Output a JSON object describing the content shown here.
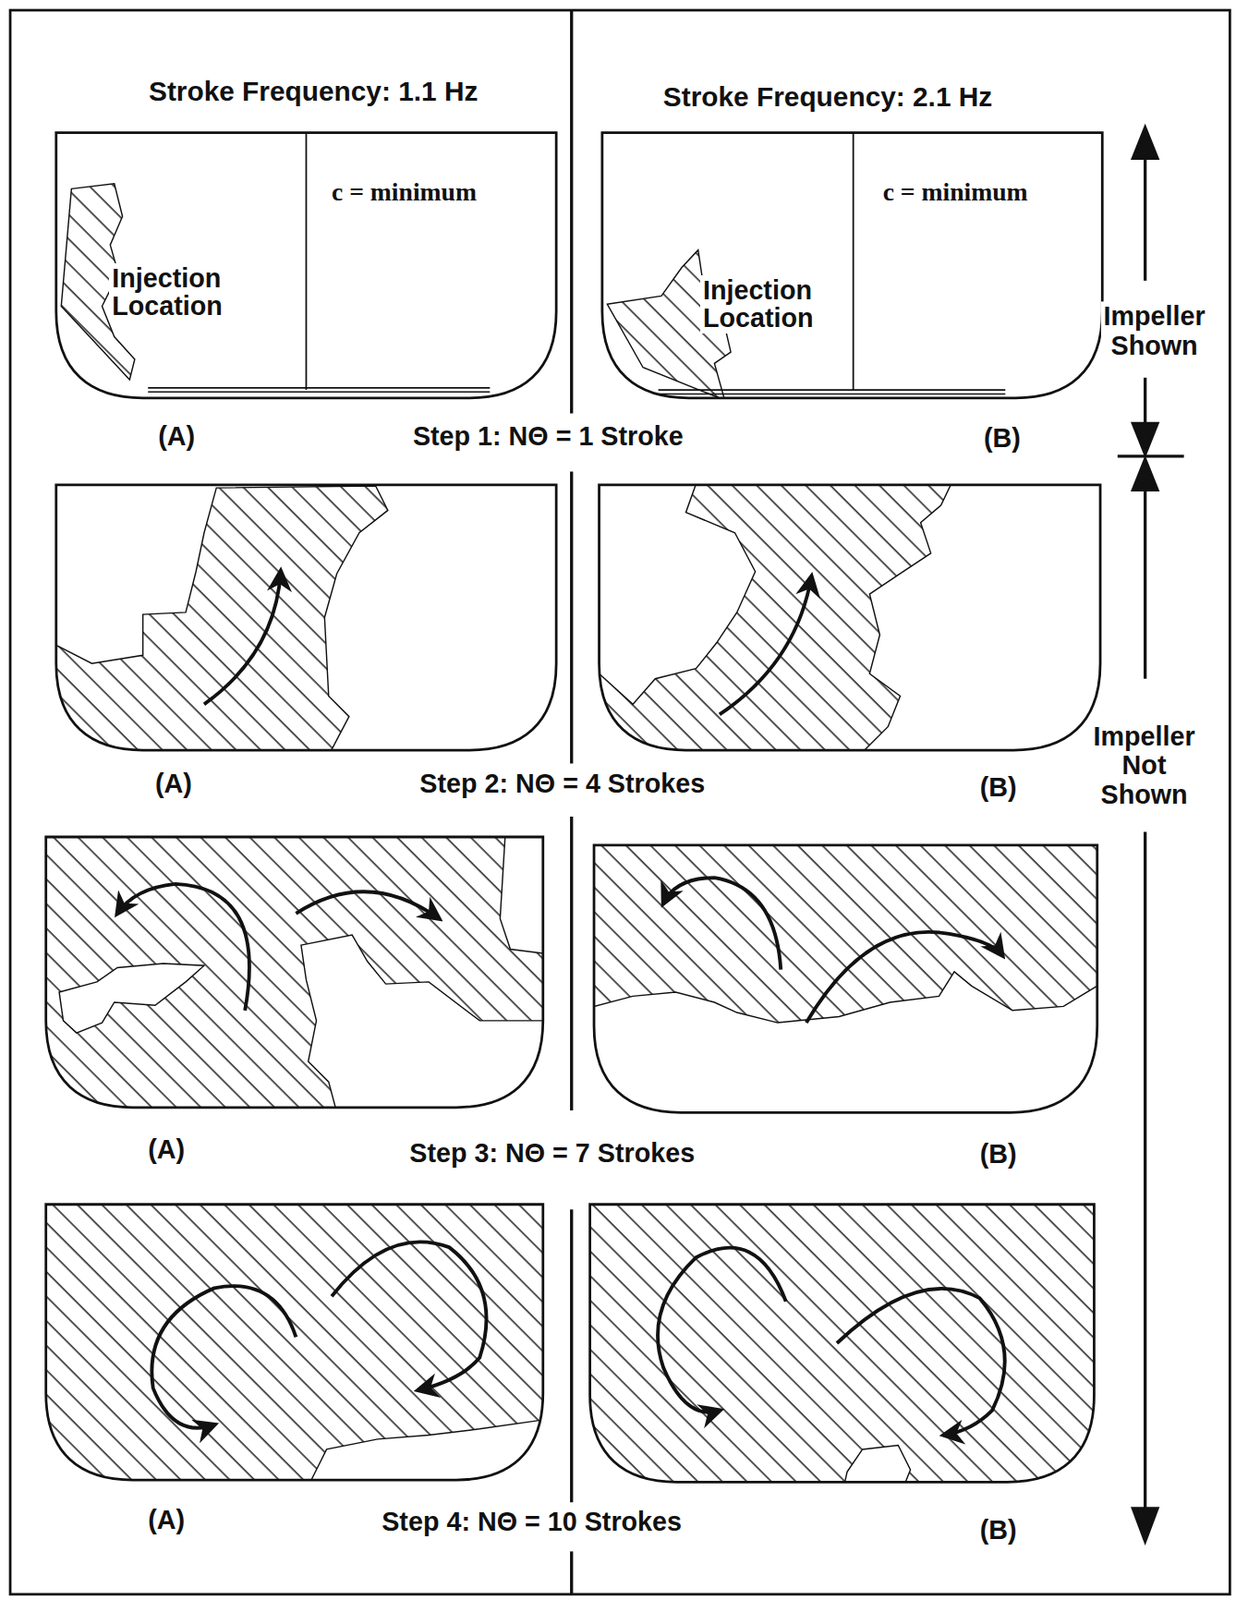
{
  "diagram": {
    "nodes": [
      {
        "text": [
          "Injection Location",
          "c = minimum"
        ]
      },
      {
        "text": [
          "Injection Location",
          "c = minimum"
        ]
      }
    ],
    "labels": [
      "Stroke Frequency: 1.1 Hz",
      "Stroke Frequency: 2.1 Hz",
      "(A)",
      "Step 1: NΘ = 1 Stroke",
      "(B)",
      "Impeller Shown",
      "(A)",
      "Step 2: NΘ = 4 Strokes",
      "(B)",
      "Impeller Not Shown",
      "(A)",
      "Step 3: NΘ = 7 Strokes",
      "(B)",
      "(A)",
      "Step 4: NΘ = 10 Strokes",
      "(B)"
    ]
  }
}
